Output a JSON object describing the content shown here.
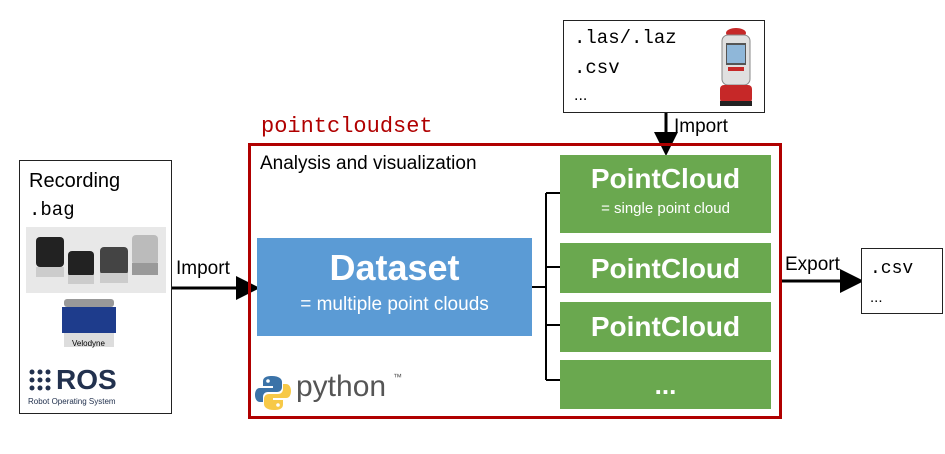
{
  "package_name": "pointcloudset",
  "main_box": {
    "title": "Analysis and visualization"
  },
  "dataset": {
    "title": "Dataset",
    "subtitle": "= multiple point clouds"
  },
  "pointclouds": [
    {
      "title": "PointCloud",
      "subtitle": "= single point cloud"
    },
    {
      "title": "PointCloud",
      "subtitle": ""
    },
    {
      "title": "PointCloud",
      "subtitle": ""
    },
    {
      "title": "...",
      "subtitle": ""
    }
  ],
  "recording": {
    "title": "Recording",
    "format": ".bag",
    "velodyne_label": "Velodyne",
    "ros_logo": "ROS",
    "ros_caption": "Robot Operating System"
  },
  "top_input": {
    "lines": [
      ".las/.laz",
      ".csv",
      "..."
    ]
  },
  "export_box": {
    "lines": [
      ".csv",
      "..."
    ]
  },
  "arrows": {
    "import_left": "Import",
    "import_top": "Import",
    "export": "Export"
  },
  "python_logo": {
    "text": "python",
    "tm": "™"
  },
  "colors": {
    "frame": "#b00000",
    "dataset": "#5b9bd5",
    "pointcloud": "#6aa84f"
  }
}
